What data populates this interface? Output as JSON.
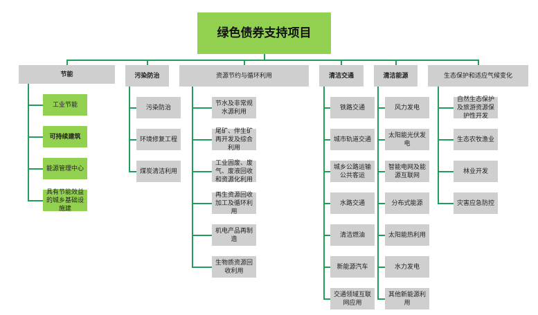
{
  "title": "绿色债券支持项目",
  "colors": {
    "title_bg": "#92d050",
    "category_bg": "#d0cfcf",
    "line": "#1f9e5a",
    "highlight_bg": "#92d050"
  },
  "categories": [
    {
      "label": "节能",
      "children": [
        "工业节能",
        "可持续建筑",
        "能源管理中心",
        "具有节能效益的城乡基础设施建"
      ]
    },
    {
      "label": "污染防治",
      "children": [
        "污染防治",
        "环境修复工程",
        "煤炭清洁利用"
      ]
    },
    {
      "label": "资源节约与循环利用",
      "children": [
        "节水及非常规水源利用",
        "尾矿、伴生矿再开发及综合利用",
        "工业固废、废气、废液回收和资源化利用",
        "再生资源回收加工及循环利用",
        "机电产品再制造",
        "生物质资源回收利用"
      ]
    },
    {
      "label": "清洁交通",
      "children": [
        "铁路交通",
        "城市轨道交通",
        "城乡公路运输公共客运",
        "水路交通",
        "清洁燃油",
        "新能源汽车",
        "交通领域互联网应用"
      ]
    },
    {
      "label": "清洁能源",
      "children": [
        "风力发电",
        "太阳能光伏发电",
        "智能电网及能源互联网",
        "分布式能源",
        "太阳能热利用",
        "水力发电",
        "其他新能源利用"
      ]
    },
    {
      "label": "生态保护和适应气候变化",
      "children": [
        "自然生态保护及旅游资源保护性开发",
        "生态农牧渔业",
        "林业开发",
        "灾害应急防控"
      ]
    }
  ]
}
